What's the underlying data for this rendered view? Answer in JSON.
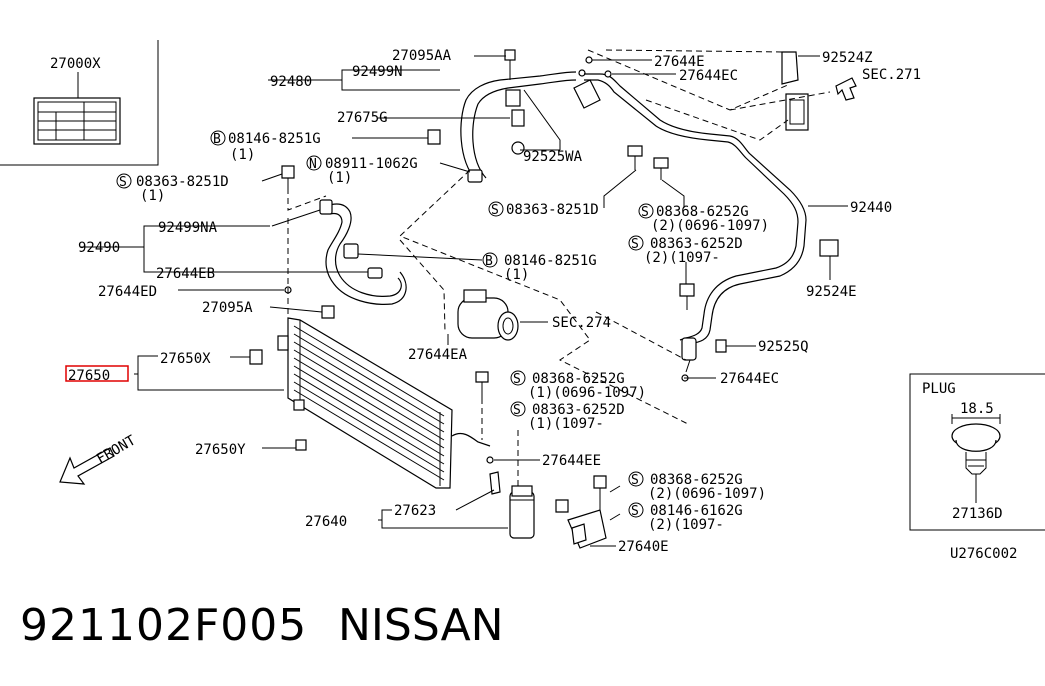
{
  "callouts": {
    "c27000X": "27000X",
    "c27095AA": "27095AA",
    "c27644E": "27644E",
    "c92524Z": "92524Z",
    "c92480": "92480",
    "c92499N": "92499N",
    "c27644EC_top": "27644EC",
    "sec271": "SEC.271",
    "c27675G": "27675G",
    "b08146_8251G_top": "08146-8251G",
    "qty1_a": "(1)",
    "n08911_1062G": "08911-1062G",
    "qty1_b": "(1)",
    "c92525WA": "92525WA",
    "s08363_8251D_left": "08363-8251D",
    "qty1_c": "(1)",
    "c92499NA": "92499NA",
    "s08363_8251D_mid": "08363-8251D",
    "s08368_6252G_top": "08368-6252G",
    "qty_2_0696_1097_a": "(2)(0696-1097)",
    "c92440": "92440",
    "c92490": "92490",
    "s08363_6252D_top": "08363-6252D",
    "qty_2_1097_a": "(2)(1097-",
    "b08146_8251G_mid": "08146-8251G",
    "qty1_d": "(1)",
    "c27644EB": "27644EB",
    "c92524E": "92524E",
    "c27644ED": "27644ED",
    "c27095A": "27095A",
    "sec274": "SEC.274",
    "c27644EA": "27644EA",
    "c92525Q": "92525Q",
    "c27650X": "27650X",
    "c27650": "27650",
    "s08368_6252G_mid": "08368-6252G",
    "qty_1_0696_1097": "(1)(0696-1097)",
    "c27644EC_mid": "27644EC",
    "s08363_6252D_mid": "08363-6252D",
    "qty_1_1097": "(1)(1097-",
    "front": "FRONT",
    "c27650Y": "27650Y",
    "c27644EE": "27644EE",
    "s08368_6252G_bot": "08368-6252G",
    "qty_2_0696_1097_b": "(2)(0696-1097)",
    "c27623": "27623",
    "s08146_6162G": "08146-6162G",
    "qty_2_1097_b": "(2)(1097-",
    "c27640": "27640",
    "c27640E": "27640E",
    "plug_title": "PLUG",
    "plug_dim": "18.5",
    "c27136D": "27136D",
    "figure_code": "U276C002"
  },
  "symbols": {
    "b": "B",
    "n": "N",
    "s": "S"
  },
  "footer": {
    "part_number": "921102F005",
    "brand": "NISSAN"
  },
  "colors": {
    "line": "#000000",
    "highlight": "#e00000",
    "background": "#ffffff"
  }
}
